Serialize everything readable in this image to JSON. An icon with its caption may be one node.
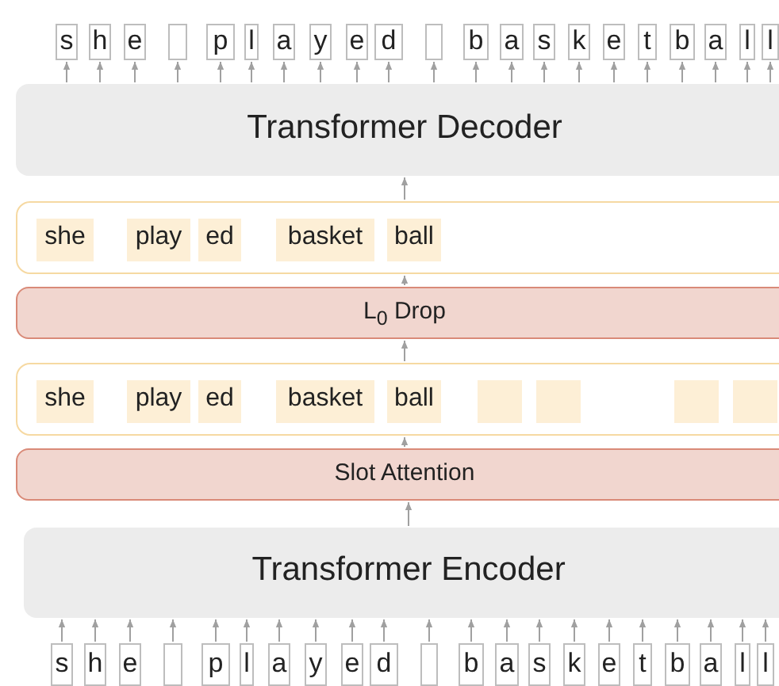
{
  "diagram": {
    "nodes": [
      {
        "text": [
          "s"
        ]
      },
      {
        "text": [
          "h"
        ]
      },
      {
        "text": [
          "e"
        ]
      },
      {
        "text": [],
        "shape": "box"
      },
      {
        "text": [
          "p"
        ]
      },
      {
        "text": [
          "l"
        ]
      },
      {
        "text": [
          "a"
        ]
      },
      {
        "text": [
          "y"
        ]
      },
      {
        "text": [
          "e"
        ]
      },
      {
        "text": [
          "d"
        ]
      },
      {
        "text": [],
        "shape": "box"
      },
      {
        "text": [
          "b"
        ]
      },
      {
        "text": [
          "a"
        ]
      },
      {
        "text": [
          "s"
        ]
      },
      {
        "text": [
          "k"
        ]
      },
      {
        "text": [
          "e"
        ]
      },
      {
        "text": [
          "t"
        ]
      },
      {
        "text": [
          "b"
        ]
      },
      {
        "text": [
          "a"
        ]
      },
      {
        "text": [
          "l"
        ]
      },
      {
        "text": [
          "l"
        ]
      },
      {
        "text": [
          "Transformer Decoder"
        ]
      },
      {
        "text": [],
        "shape": "box"
      },
      {
        "text": [
          "she"
        ],
        "in": 22
      },
      {
        "text": [
          "play"
        ],
        "in": 22
      },
      {
        "text": [
          "ed"
        ],
        "in": 22
      },
      {
        "text": [
          "basket"
        ],
        "in": 22
      },
      {
        "text": [
          "ball"
        ],
        "in": 22
      },
      {
        "text": [
          "L$_{0}$ Drop"
        ]
      },
      {
        "text": [],
        "shape": "box"
      },
      {
        "text": [
          "she"
        ],
        "in": 29
      },
      {
        "text": [
          "play"
        ],
        "in": 29
      },
      {
        "text": [
          "ed"
        ],
        "in": 29
      },
      {
        "text": [
          "basket"
        ],
        "in": 29
      },
      {
        "text": [
          "ball"
        ],
        "in": 29
      },
      {
        "text": [],
        "shape": "box",
        "in": 29
      },
      {
        "text": [],
        "shape": "box",
        "in": 29
      },
      {
        "text": [],
        "shape": "box",
        "in": 29
      },
      {
        "text": [],
        "shape": "box",
        "in": 29
      },
      {
        "text": [
          "Slot Attention"
        ]
      },
      {
        "text": [
          "Transformer Encoder"
        ]
      },
      {
        "text": [
          "s"
        ]
      },
      {
        "text": [
          "h"
        ]
      },
      {
        "text": [
          "e"
        ]
      },
      {
        "text": [],
        "shape": "box"
      },
      {
        "text": [
          "p"
        ]
      },
      {
        "text": [
          "l"
        ]
      },
      {
        "text": [
          "a"
        ]
      },
      {
        "text": [
          "y"
        ]
      },
      {
        "text": [
          "e"
        ]
      },
      {
        "text": [
          "d"
        ]
      },
      {
        "text": [],
        "shape": "box"
      },
      {
        "text": [
          "b"
        ]
      },
      {
        "text": [
          "a"
        ]
      },
      {
        "text": [
          "s"
        ]
      },
      {
        "text": [
          "k"
        ]
      },
      {
        "text": [
          "e"
        ]
      },
      {
        "text": [
          "t"
        ]
      },
      {
        "text": [
          "b"
        ]
      },
      {
        "text": [
          "a"
        ]
      },
      {
        "text": [
          "l"
        ]
      },
      {
        "text": [
          "l"
        ]
      }
    ],
    "edges": [
      {
        "from": 21,
        "to": 0,
        "arrow": "to"
      },
      {
        "from": 21,
        "to": 1,
        "arrow": "to"
      },
      {
        "from": 21,
        "to": 2,
        "arrow": "to"
      },
      {
        "from": 21,
        "to": 3,
        "arrow": "to"
      },
      {
        "from": 21,
        "to": 4,
        "arrow": "to"
      },
      {
        "from": 21,
        "to": 5,
        "arrow": "to"
      },
      {
        "from": 21,
        "to": 6,
        "arrow": "to"
      },
      {
        "from": 21,
        "to": 7,
        "arrow": "to"
      },
      {
        "from": 21,
        "to": 8,
        "arrow": "to"
      },
      {
        "from": 21,
        "to": 9,
        "arrow": "to"
      },
      {
        "from": 21,
        "to": 10,
        "arrow": "to"
      },
      {
        "from": 21,
        "to": 11,
        "arrow": "to"
      },
      {
        "from": 21,
        "to": 12,
        "arrow": "to"
      },
      {
        "from": 21,
        "to": 13,
        "arrow": "to"
      },
      {
        "from": 21,
        "to": 14,
        "arrow": "to"
      },
      {
        "from": 21,
        "to": 15,
        "arrow": "to"
      },
      {
        "from": 21,
        "to": 16,
        "arrow": "to"
      },
      {
        "from": 21,
        "to": 17,
        "arrow": "to"
      },
      {
        "from": 21,
        "to": 18,
        "arrow": "to"
      },
      {
        "from": 21,
        "to": 19,
        "arrow": "to"
      },
      {
        "from": 21,
        "to": 20,
        "arrow": "to"
      },
      {
        "from": 22,
        "to": 21,
        "arrow": "to"
      },
      {
        "from": 28,
        "to": 22,
        "arrow": "to"
      },
      {
        "from": 29,
        "to": 28,
        "arrow": "to"
      },
      {
        "from": 39,
        "to": 29,
        "arrow": "to"
      },
      {
        "from": 40,
        "to": 39,
        "arrow": "to"
      },
      {
        "from": 41,
        "to": 40,
        "arrow": "to"
      },
      {
        "from": 42,
        "to": 40,
        "arrow": "to"
      },
      {
        "from": 43,
        "to": 40,
        "arrow": "to"
      },
      {
        "from": 44,
        "to": 40,
        "arrow": "to"
      },
      {
        "from": 45,
        "to": 40,
        "arrow": "to"
      },
      {
        "from": 46,
        "to": 40,
        "arrow": "to"
      },
      {
        "from": 47,
        "to": 40,
        "arrow": "to"
      },
      {
        "from": 48,
        "to": 40,
        "arrow": "to"
      },
      {
        "from": 49,
        "to": 40,
        "arrow": "to"
      },
      {
        "from": 50,
        "to": 40,
        "arrow": "to"
      },
      {
        "from": 51,
        "to": 40,
        "arrow": "to"
      },
      {
        "from": 52,
        "to": 40,
        "arrow": "to"
      },
      {
        "from": 53,
        "to": 40,
        "arrow": "to"
      },
      {
        "from": 54,
        "to": 40,
        "arrow": "to"
      },
      {
        "from": 55,
        "to": 40,
        "arrow": "to"
      },
      {
        "from": 56,
        "to": 40,
        "arrow": "to"
      },
      {
        "from": 57,
        "to": 40,
        "arrow": "to"
      },
      {
        "from": 58,
        "to": 40,
        "arrow": "to"
      },
      {
        "from": 59,
        "to": 40,
        "arrow": "to"
      },
      {
        "from": 60,
        "to": 40,
        "arrow": "to"
      },
      {
        "from": 61,
        "to": 40,
        "arrow": "to"
      }
    ]
  }
}
